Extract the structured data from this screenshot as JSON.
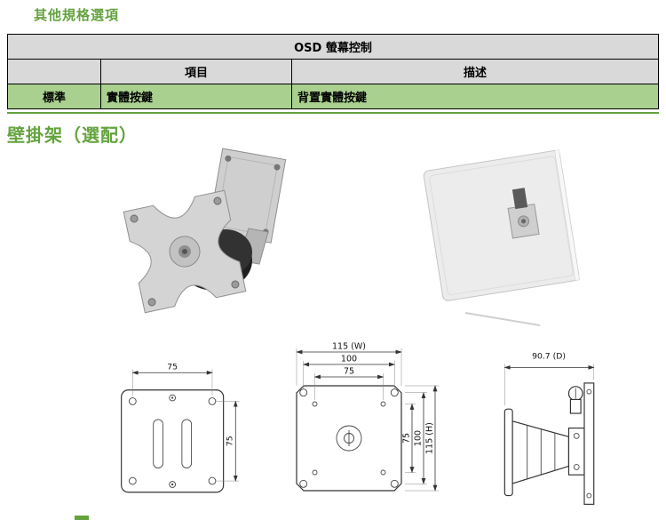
{
  "sections": {
    "other_specs_title": "其他規格選項",
    "wall_mount_title": "壁掛架（選配）"
  },
  "table": {
    "title": "OSD 螢幕控制",
    "headers": {
      "item": "項目",
      "desc": "描述"
    },
    "rows": [
      {
        "label": "標準",
        "item": "實體按鍵",
        "desc": "背置實體按鍵"
      }
    ]
  },
  "dims": {
    "small_top": "75",
    "small_right": "75",
    "large_w": "115 (W)",
    "large_100_top": "100",
    "large_75_top": "75",
    "large_75_right": "75",
    "large_100_right": "100",
    "large_h": "115 (H)",
    "depth": "90.7 (D)"
  },
  "colors": {
    "accent_green": "#64a33e",
    "row_green": "#a9d08e",
    "header_gray": "#d9d9d9"
  }
}
